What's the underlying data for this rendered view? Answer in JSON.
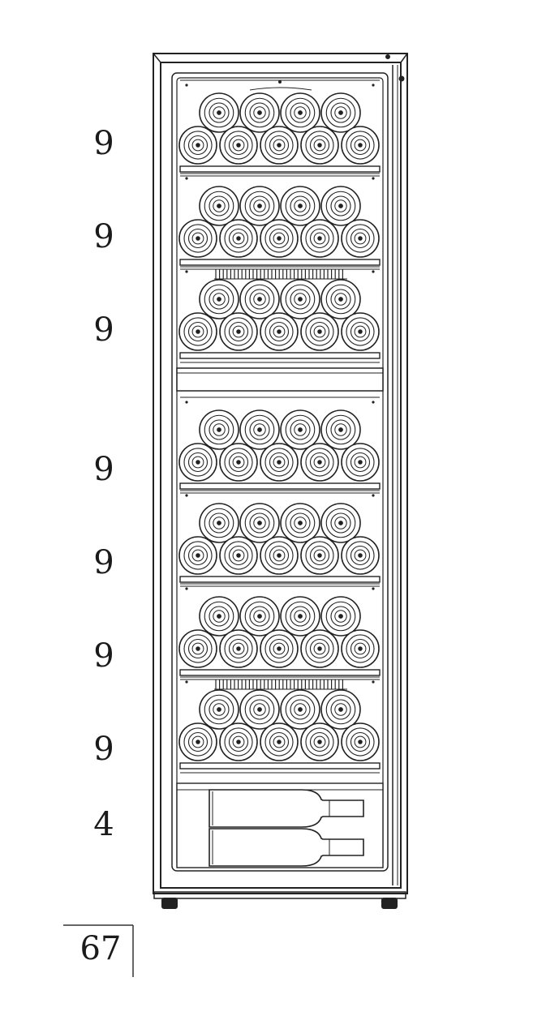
{
  "shelf_counts": [
    "9",
    "9",
    "9",
    "9",
    "9",
    "9",
    "9",
    "4"
  ],
  "total_label": "67",
  "shelves": [
    {
      "vents": false
    },
    {
      "vents": false
    },
    {
      "vents": true
    },
    {
      "vents": false
    },
    {
      "vents": false
    },
    {
      "vents": false
    },
    {
      "vents": true
    }
  ],
  "bottom_bottles": 2
}
